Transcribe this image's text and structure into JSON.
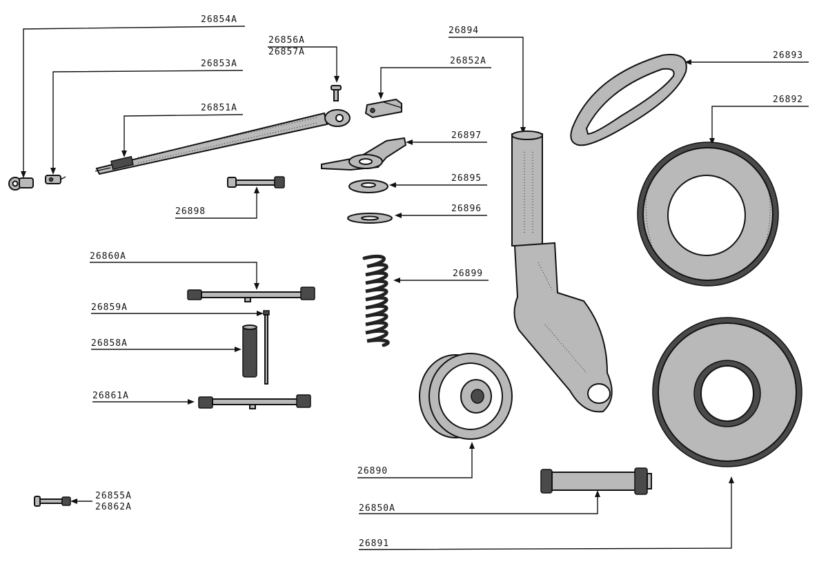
{
  "diagram": {
    "labels": {
      "p26854A": "26854A",
      "p26853A": "26853A",
      "p26851A": "26851A",
      "p26856A": "26856A",
      "p26857A": "26857A",
      "p26852A": "26852A",
      "p26894": "26894",
      "p26893": "26893",
      "p26892": "26892",
      "p26897": "26897",
      "p26895": "26895",
      "p26896": "26896",
      "p26898": "26898",
      "p26860A": "26860A",
      "p26899": "26899",
      "p26859A": "26859A",
      "p26858A": "26858A",
      "p26861A": "26861A",
      "p26890": "26890",
      "p26855A": "26855A",
      "p26862A": "26862A",
      "p26850A": "26850A",
      "p26891": "26891"
    }
  }
}
